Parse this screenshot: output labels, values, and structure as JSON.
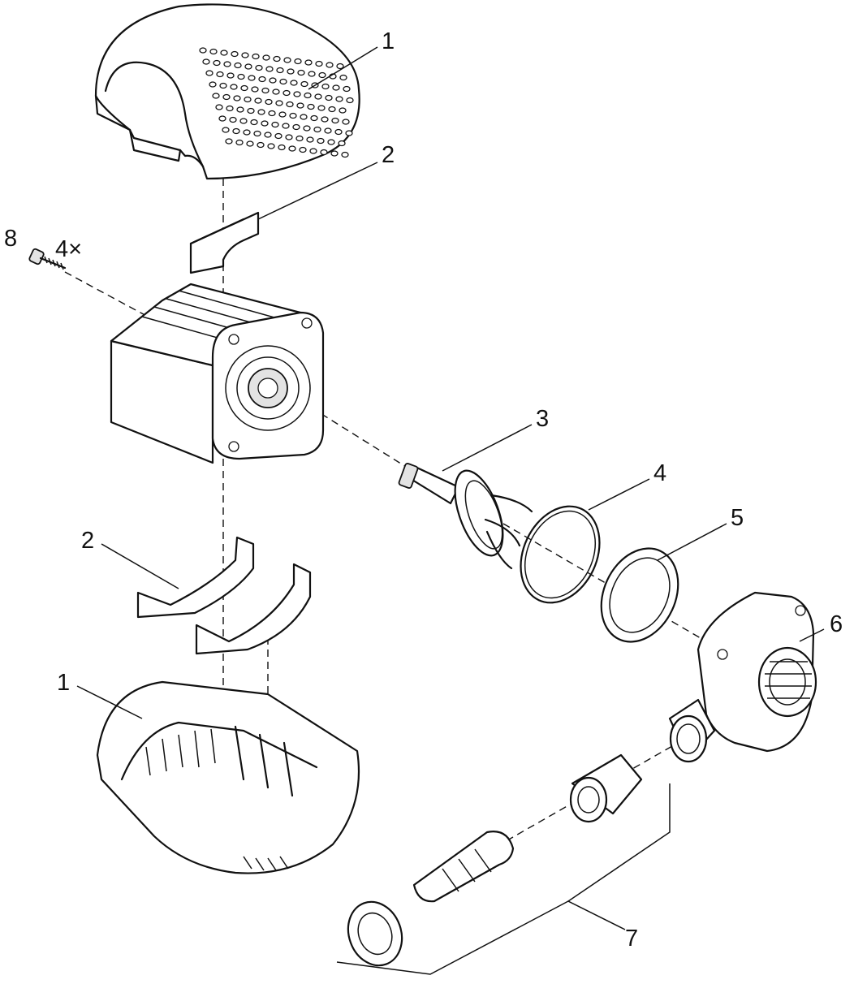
{
  "diagram": {
    "callouts": {
      "top_cover": "1",
      "top_foam": "2",
      "screw_num": "8",
      "screw_qty": "4×",
      "impeller": "3",
      "o_ring": "4",
      "seal_ring": "5",
      "pump_head": "6",
      "bottom_foam": "2",
      "bottom_cover": "1",
      "connector_set": "7"
    }
  }
}
